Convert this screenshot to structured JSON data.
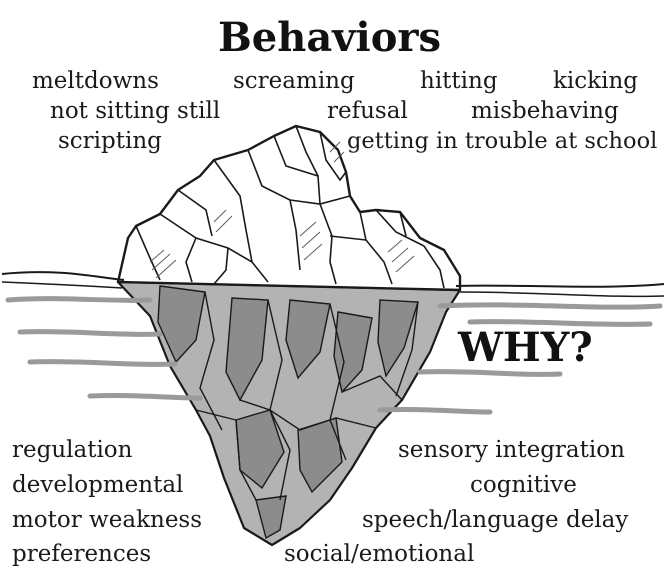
{
  "diagram": {
    "title": "Behaviors",
    "question": "WHY?",
    "visible_behaviors": [
      "meltdowns",
      "screaming",
      "hitting",
      "kicking",
      "not sitting still",
      "refusal",
      "misbehaving",
      "scripting",
      "getting in trouble at school"
    ],
    "hidden_causes": [
      "regulation",
      "sensory integration",
      "developmental",
      "cognitive",
      "motor weakness",
      "speech/language delay",
      "preferences",
      "social/emotional"
    ]
  },
  "colors": {
    "ink": "#1a1a1a",
    "ice_above": "#ffffff",
    "ice_below": "#b3b3b3",
    "ice_shade": "#8c8c8c",
    "water": "#9a9a9a"
  }
}
